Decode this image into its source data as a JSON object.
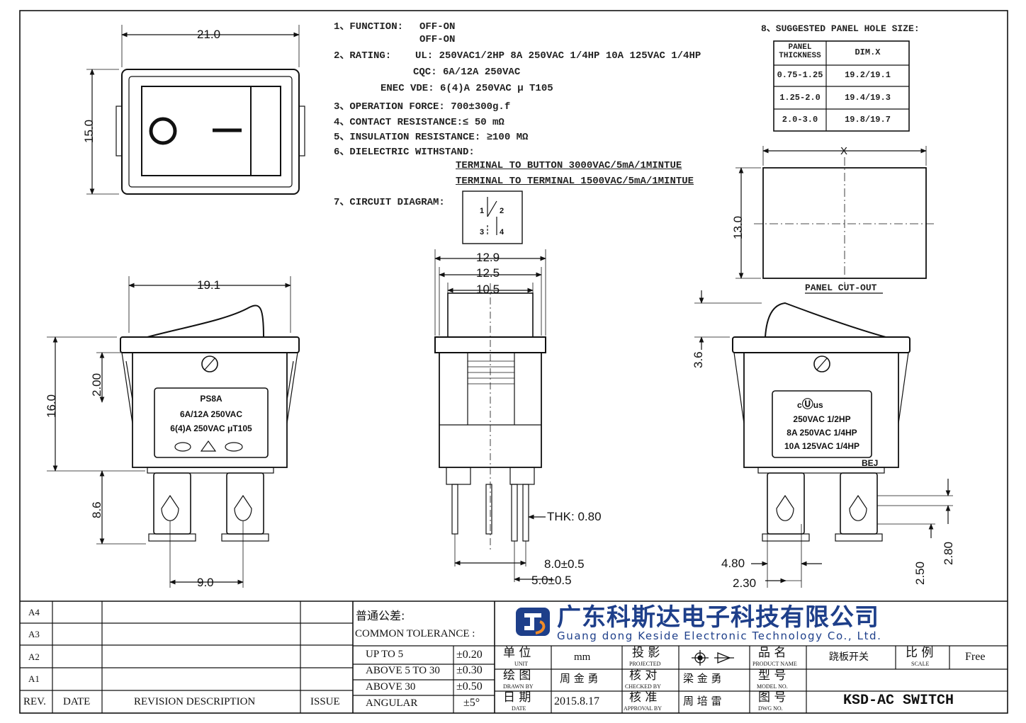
{
  "specs": {
    "function_label": "1、FUNCTION:",
    "function_values": [
      "OFF-ON",
      "OFF-ON"
    ],
    "rating_label": "2、RATING:",
    "rating_ul": "UL: 250VAC1/2HP  8A 250VAC 1/4HP 10A 125VAC 1/4HP",
    "rating_cqc": "CQC: 6A/12A  250VAC",
    "rating_enec": "ENEC VDE: 6(4)A 250VAC μ T105",
    "operation_force": "3、OPERATION FORCE: 700±300g.f",
    "contact_resistance": "4、CONTACT RESISTANCE:≤ 50 mΩ",
    "insulation_resistance": "5、INSULATION RESISTANCE: ≥100 MΩ",
    "dielectric_label": "6、DIELECTRIC WITHSTAND:",
    "dielectric_1": "TERMINAL TO BUTTON 3000VAC/5mA/1MINTUE",
    "dielectric_2": "TERMINAL TO TERMINAL 1500VAC/5mA/1MINTUE",
    "circuit_label": "7、CIRCUIT DIAGRAM:",
    "circuit_pins": [
      "1",
      "2",
      "3",
      "4"
    ]
  },
  "panel_hole": {
    "title": "8、SUGGESTED PANEL HOLE SIZE:",
    "headers": [
      "PANEL THICKNESS",
      "DIM.X"
    ],
    "rows": [
      [
        "0.75-1.25",
        "19.2/19.1"
      ],
      [
        "1.25-2.0",
        "19.4/19.3"
      ],
      [
        "2.0-3.0",
        "19.8/19.7"
      ]
    ]
  },
  "cutout": {
    "x_label": "X",
    "height": "13.0",
    "caption": "PANEL CUT-OUT"
  },
  "top_view": {
    "width": "21.0",
    "height": "15.0"
  },
  "front_view": {
    "width": "19.1",
    "height": "16.0",
    "dim_2": "2.00",
    "dim_terminal": "8.6",
    "pitch": "9.0",
    "label": [
      "PS8A",
      "6A/12A 250VAC",
      "6(4)A 250VAC μT105"
    ]
  },
  "side_view": {
    "d1": "12.9",
    "d2": "12.5",
    "d3": "10.5",
    "thk": "THK: 0.80",
    "d8": "8.0±0.5",
    "d5": "5.0±0.5"
  },
  "back_view": {
    "d36": "3.6",
    "d480": "4.80",
    "d230": "2.30",
    "d250": "2.50",
    "d280": "2.80",
    "bej": "BEJ",
    "label": [
      "250VAC 1/2HP",
      "8A 250VAC 1/4HP",
      "10A 125VAC 1/4HP"
    ]
  },
  "title_block": {
    "revisions": [
      "A4",
      "A3",
      "A2",
      "A1"
    ],
    "rev_header": [
      "REV.",
      "DATE",
      "REVISION DESCRIPTION",
      "ISSUE"
    ],
    "tolerance_cn": "普通公差:",
    "tolerance_en": "COMMON TOLERANCE :",
    "tolerances": [
      [
        "UP TO 5",
        "±0.20"
      ],
      [
        "ABOVE 5 TO 30",
        "±0.30"
      ],
      [
        "ABOVE 30",
        "±0.50"
      ],
      [
        "ANGULAR",
        "±5°"
      ]
    ],
    "company_cn": "广东科斯达电子科技有限公司",
    "company_en": "Guang dong Keside  Electronic Technology Co., Ltd.",
    "unit_cn": "单 位",
    "unit_en": "UNIT",
    "unit_value": "mm",
    "projected_cn": "投 影",
    "projected_en": "PROJECTED",
    "product_name_cn": "品 名",
    "product_name_en": "PRODUCT NAME",
    "product_name_value": "跷板开关",
    "scale_cn": "比 例",
    "scale_en": "SCALE",
    "scale_value": "Free",
    "drawn_cn": "绘 图",
    "drawn_en": "DRAWN BY",
    "drawn_value": "周 金 勇",
    "checked_cn": "核 对",
    "checked_en": "CHECKED BY",
    "checked_value": "梁 金 勇",
    "model_cn": "型 号",
    "model_en": "MODEL NO.",
    "date_cn": "日 期",
    "date_en": "DATE",
    "date_value": "2015.8.17",
    "approval_cn": "核 准",
    "approval_en": "APPROVAL BY",
    "approval_value": "周 培 雷",
    "dwg_cn": "图 号",
    "dwg_en": "DWG NO.",
    "dwg_value": "KSD-AC SWITCH"
  }
}
